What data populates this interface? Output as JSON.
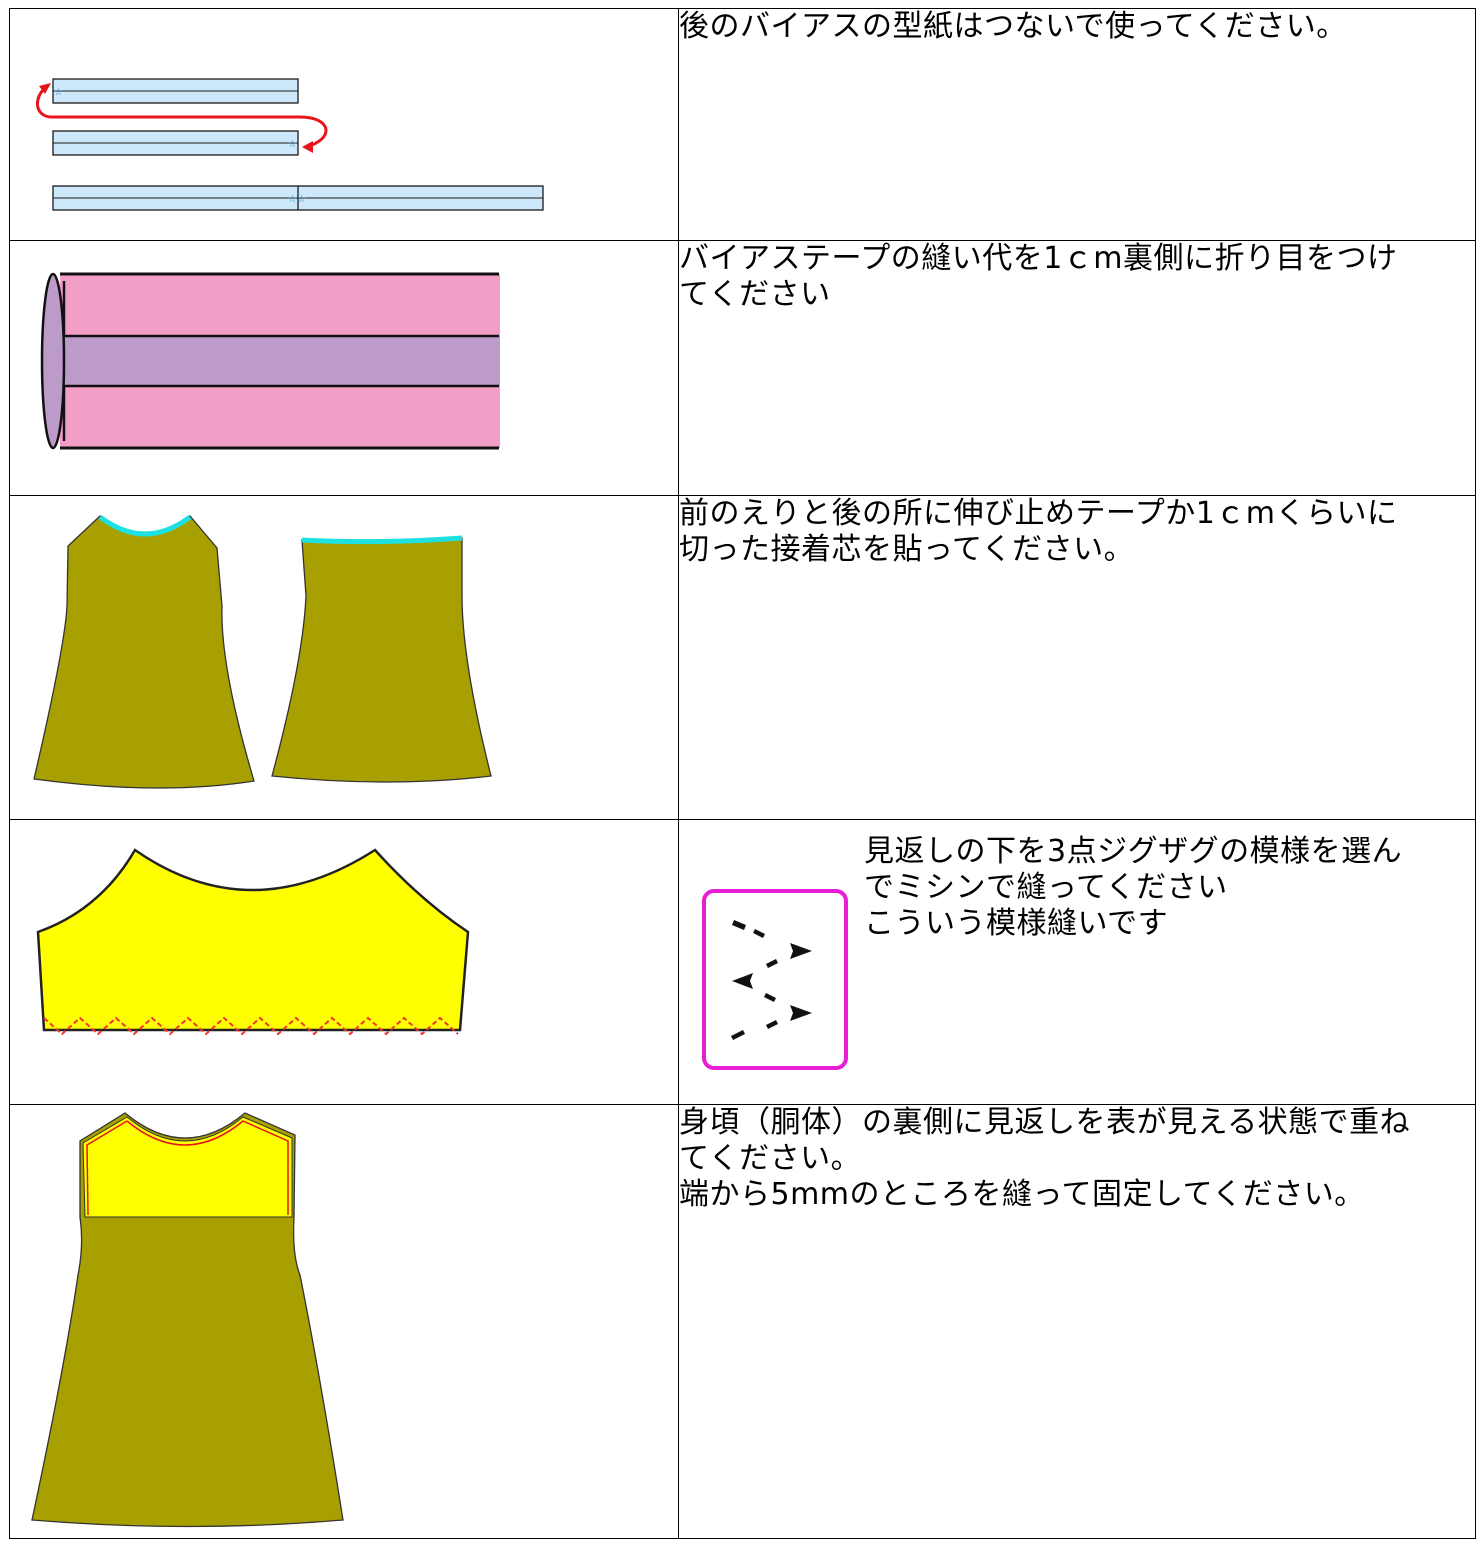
{
  "steps": [
    {
      "text": "後のバイアスの型紙はつないで使ってください。",
      "marks": {
        "star": "☆",
        "double_star": "☆☆"
      }
    },
    {
      "text": "バイアステープの縫い代を1ｃm裏側に折り目をつけ\nてください"
    },
    {
      "text": "前のえりと後の所に伸び止めテープか1ｃmくらいに\n切った接着芯を貼ってください。"
    },
    {
      "text": "見返しの下を3点ジグザグの模様を選ん\nでミシンで縫ってください\nこういう模様縫いです"
    },
    {
      "text": "身頃（胴体）の裏側に見返しを表が見える状態で重ね\nてください。\n端から5mmのところを縫って固定してください。"
    }
  ],
  "colors": {
    "bias_fill": "#cde8fa",
    "arrow": "#e8141b",
    "tape_outer": "#f29ec6",
    "tape_inner": "#bc9bca",
    "body": "#a89f00",
    "stay_tape": "#1fe0e0",
    "facing": "#ffff00",
    "stitch_box_border": "#e81ed4"
  },
  "icons": {
    "stitch_pattern": "three-point-zigzag-icon",
    "fold_arrow": "curved-arrow-icon"
  }
}
